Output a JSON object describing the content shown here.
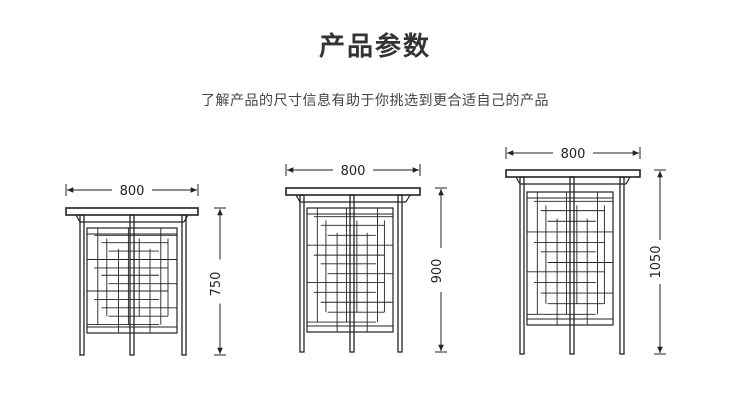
{
  "header": {
    "title": "产品参数",
    "subtitle": "了解产品的尺寸信息有助于你挑选到更合适自己的产品"
  },
  "products": [
    {
      "width_label": "800",
      "height_label": "750"
    },
    {
      "width_label": "800",
      "height_label": "900"
    },
    {
      "width_label": "800",
      "height_label": "1050"
    }
  ],
  "colors": {
    "line": "#222222",
    "text": "#333333"
  }
}
